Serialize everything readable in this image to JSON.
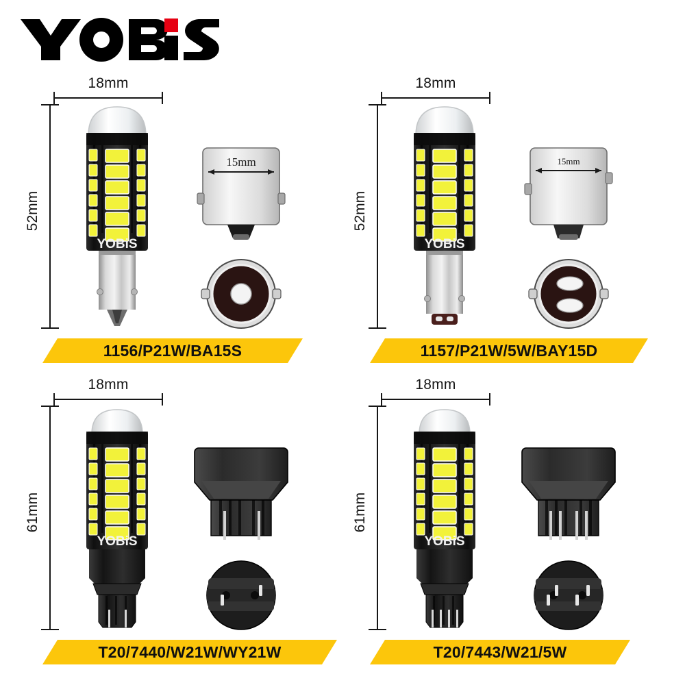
{
  "brand": {
    "name": "YOBiS",
    "logo_accent_color": "#e60012",
    "logo_color": "#000000"
  },
  "theme": {
    "background": "#ffffff",
    "banner_color": "#fcc60b",
    "banner_text_color": "#101010",
    "dimension_line_color": "#161616",
    "led_chip_color": "#f2f23a",
    "bulb_body_color": "#1c1c1c",
    "chrome_base_color": "#c9c9c9"
  },
  "panels": [
    {
      "id": "panel-1156",
      "label": "1156/P21W/BA15S",
      "width_label": "18mm",
      "height_label": "52mm",
      "base_width_label": "15mm",
      "base_type": "bayonet-single",
      "contacts": 1,
      "led_columns": 3,
      "bulb_text": "YOBiS"
    },
    {
      "id": "panel-1157",
      "label": "1157/P21W/5W/BAY15D",
      "width_label": "18mm",
      "height_label": "52mm",
      "base_width_label": "15mm",
      "base_type": "bayonet-double",
      "contacts": 2,
      "led_columns": 3,
      "bulb_text": "YOBiS"
    },
    {
      "id": "panel-7440",
      "label": "T20/7440/W21W/WY21W",
      "width_label": "18mm",
      "height_label": "61mm",
      "base_width_label": "",
      "base_type": "wedge-single",
      "contacts": 2,
      "led_columns": 3,
      "bulb_text": "YOBiS"
    },
    {
      "id": "panel-7443",
      "label": "T20/7443/W21/5W",
      "width_label": "18mm",
      "height_label": "61mm",
      "base_width_label": "",
      "base_type": "wedge-double",
      "contacts": 4,
      "led_columns": 3,
      "bulb_text": "YOBiS"
    }
  ]
}
